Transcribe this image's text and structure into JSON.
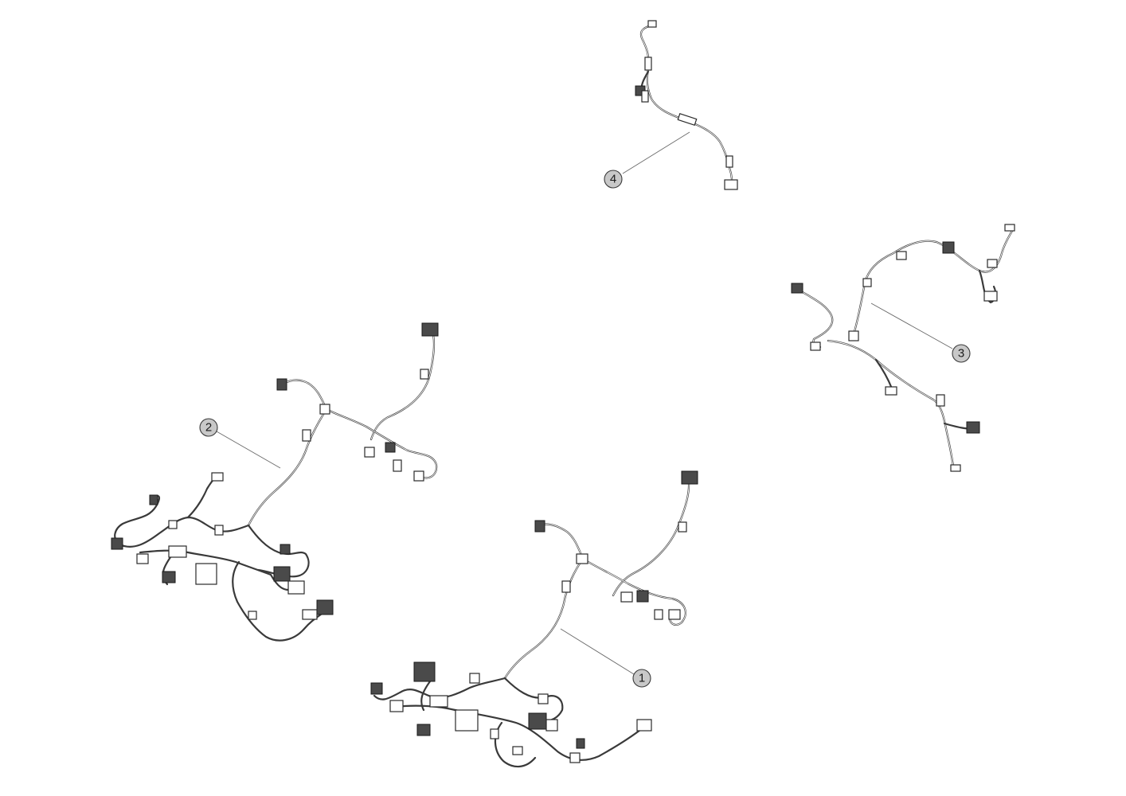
{
  "callouts": [
    {
      "id": "1",
      "label": "1"
    },
    {
      "id": "2",
      "label": "2"
    },
    {
      "id": "3",
      "label": "3"
    },
    {
      "id": "4",
      "label": "4"
    }
  ],
  "colors": {
    "background": "#ffffff",
    "line": "#3a3a3a",
    "callout_fill": "#c8c8c8"
  }
}
